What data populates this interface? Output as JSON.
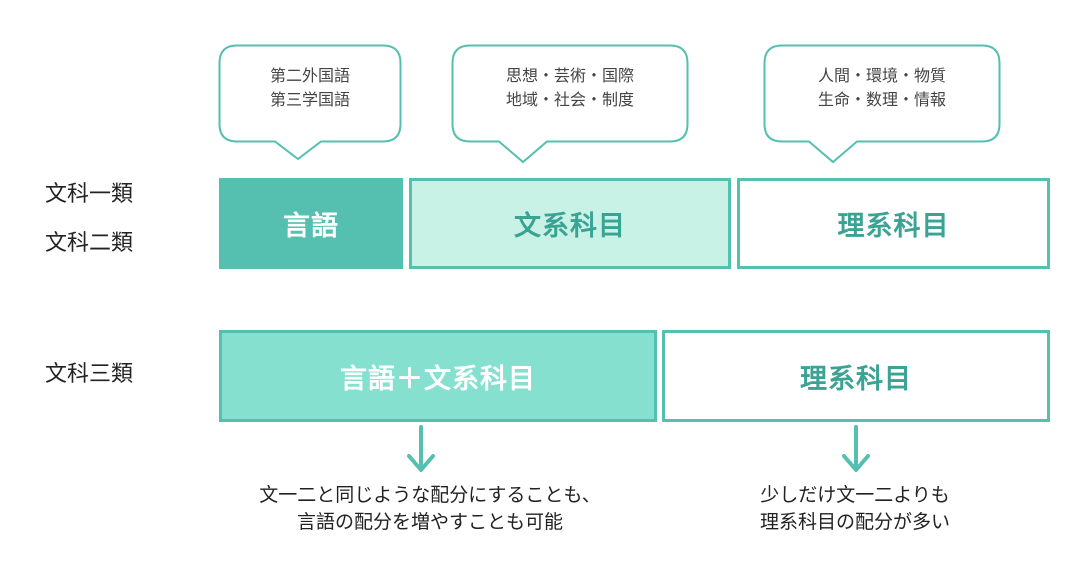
{
  "bubbles": [
    {
      "line1": "第二外国語",
      "line2": "第三学国語"
    },
    {
      "line1": "思想・芸術・国際",
      "line2": "地域・社会・制度"
    },
    {
      "line1": "人間・環境・物質",
      "line2": "生命・数理・情報"
    }
  ],
  "labels": {
    "row1_a": "文科一類",
    "row1_b": "文科二類",
    "row2": "文科三類"
  },
  "boxes": {
    "gengo": "言語",
    "bunkei": "文系科目",
    "rikei_1": "理系科目",
    "combo": "言語＋文系科目",
    "rikei_2": "理系科目"
  },
  "notes": {
    "left_line1": "文一二と同じような配分にすることも、",
    "left_line2": "言語の配分を増やすことも可能",
    "right_line1": "少しだけ文一二よりも",
    "right_line2": "理系科目の配分が多い"
  },
  "colors": {
    "accent": "#55bfb0",
    "mint": "#c9f2e7",
    "combo": "#86e0d0",
    "text_accent": "#3aa394"
  }
}
